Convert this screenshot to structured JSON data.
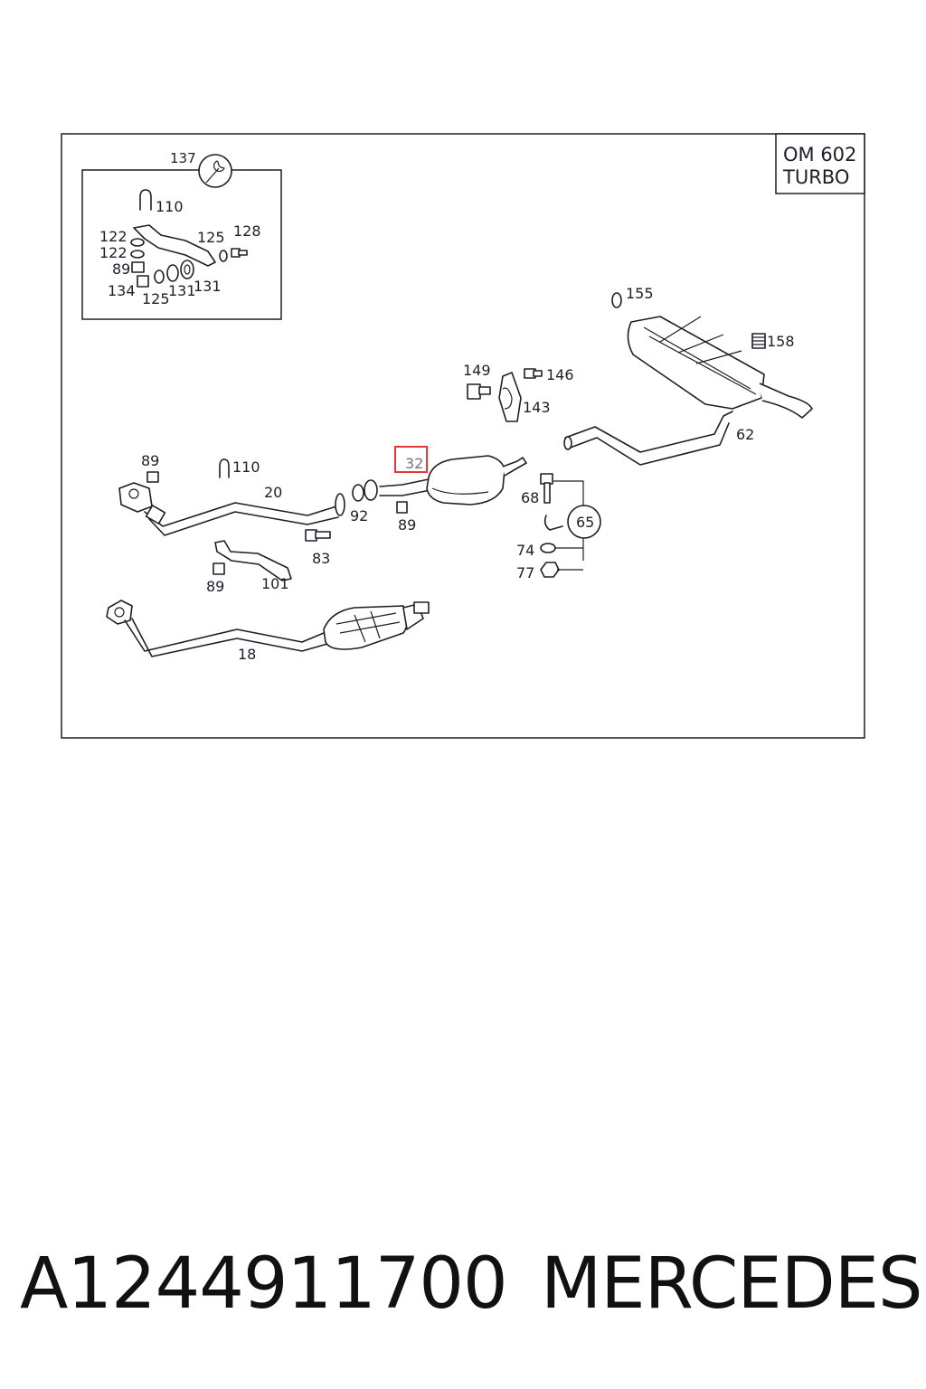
{
  "diagram": {
    "engine_label_line1": "OM 602",
    "engine_label_line2": "TURBO",
    "highlighted_part": "32",
    "callouts": {
      "c137": "137",
      "c110_inset": "110",
      "c122a": "122",
      "c122b": "122",
      "c125_top": "125",
      "c128": "128",
      "c89_inset": "89",
      "c134": "134",
      "c125_bottom": "125",
      "c131a": "131",
      "c131b": "131",
      "c155": "155",
      "c158": "158",
      "c149": "149",
      "c146": "146",
      "c143": "143",
      "c62": "62",
      "c89_left": "89",
      "c110": "110",
      "c20": "20",
      "c92": "92",
      "c89_mid": "89",
      "c83": "83",
      "c89_bottom": "89",
      "c101": "101",
      "c68": "68",
      "c65": "65",
      "c74": "74",
      "c77": "77",
      "c18": "18"
    }
  },
  "footer": {
    "part_number": "A1244911700",
    "brand": "MERCEDES"
  }
}
